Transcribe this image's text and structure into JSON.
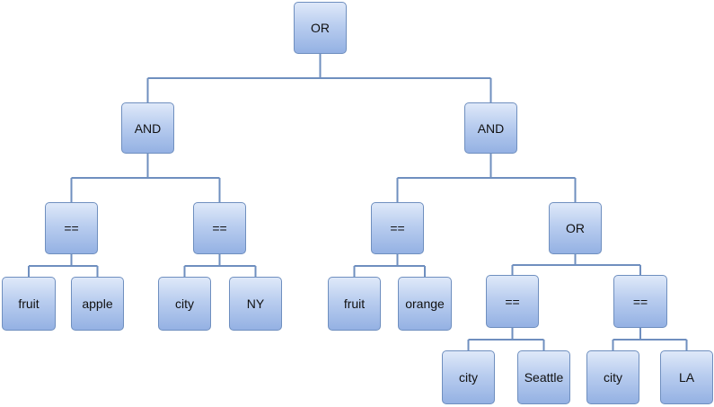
{
  "diagram": {
    "edge_color": "#6f8fbf",
    "node_fill_top": "#dfe9f9",
    "node_fill_bottom": "#94b1e3",
    "node_border": "#6f8fbf",
    "nodes": [
      {
        "id": "or-root",
        "label": "OR"
      },
      {
        "id": "and-left",
        "label": "AND"
      },
      {
        "id": "and-right",
        "label": "AND"
      },
      {
        "id": "eq-fruit-apple",
        "label": "=="
      },
      {
        "id": "eq-city-ny",
        "label": "=="
      },
      {
        "id": "eq-fruit-orange",
        "label": "=="
      },
      {
        "id": "or-inner",
        "label": "OR"
      },
      {
        "id": "leaf-fruit-1",
        "label": "fruit"
      },
      {
        "id": "leaf-apple",
        "label": "apple"
      },
      {
        "id": "leaf-city-1",
        "label": "city"
      },
      {
        "id": "leaf-ny",
        "label": "NY"
      },
      {
        "id": "leaf-fruit-2",
        "label": "fruit"
      },
      {
        "id": "leaf-orange",
        "label": "orange"
      },
      {
        "id": "eq-city-seattle",
        "label": "=="
      },
      {
        "id": "eq-city-la",
        "label": "=="
      },
      {
        "id": "leaf-city-2",
        "label": "city"
      },
      {
        "id": "leaf-seattle",
        "label": "Seattle"
      },
      {
        "id": "leaf-city-3",
        "label": "city"
      },
      {
        "id": "leaf-la",
        "label": "LA"
      }
    ],
    "edges": [
      {
        "from": "or-root",
        "to": [
          "and-left",
          "and-right"
        ]
      },
      {
        "from": "and-left",
        "to": [
          "eq-fruit-apple",
          "eq-city-ny"
        ]
      },
      {
        "from": "and-right",
        "to": [
          "eq-fruit-orange",
          "or-inner"
        ]
      },
      {
        "from": "eq-fruit-apple",
        "to": [
          "leaf-fruit-1",
          "leaf-apple"
        ]
      },
      {
        "from": "eq-city-ny",
        "to": [
          "leaf-city-1",
          "leaf-ny"
        ]
      },
      {
        "from": "eq-fruit-orange",
        "to": [
          "leaf-fruit-2",
          "leaf-orange"
        ]
      },
      {
        "from": "or-inner",
        "to": [
          "eq-city-seattle",
          "eq-city-la"
        ]
      },
      {
        "from": "eq-city-seattle",
        "to": [
          "leaf-city-2",
          "leaf-seattle"
        ]
      },
      {
        "from": "eq-city-la",
        "to": [
          "leaf-city-3",
          "leaf-la"
        ]
      }
    ]
  }
}
